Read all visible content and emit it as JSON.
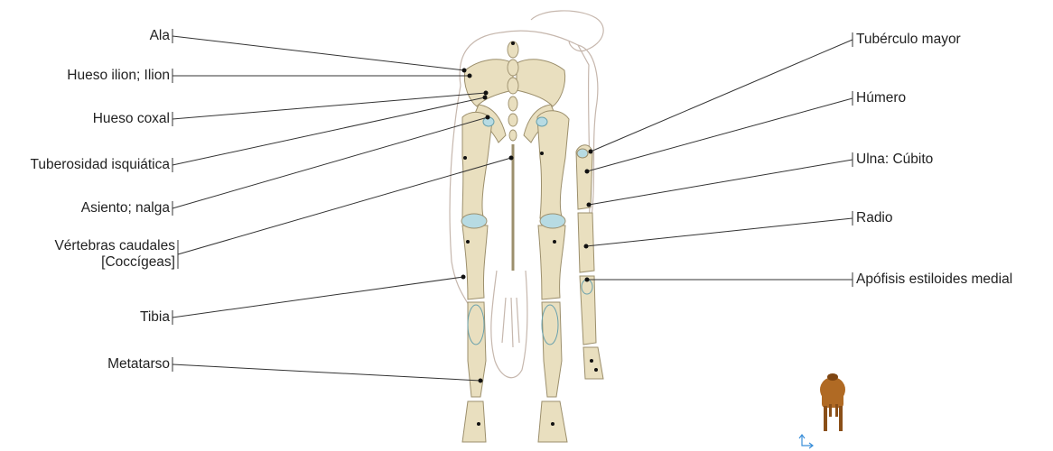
{
  "left_labels": [
    {
      "id": "ala",
      "text": "Ala"
    },
    {
      "id": "ilion",
      "text": "Hueso ilion; Ilion"
    },
    {
      "id": "coxal",
      "text": "Hueso coxal"
    },
    {
      "id": "tuberosidad",
      "text": "Tuberosidad isquiática"
    },
    {
      "id": "asiento",
      "text": "Asiento; nalga"
    },
    {
      "id": "vertebras",
      "line1": "Vértebras caudales",
      "line2": "[Coccígeas]"
    },
    {
      "id": "tibia",
      "text": "Tibia"
    },
    {
      "id": "metatarso",
      "text": "Metatarso"
    }
  ],
  "right_labels": [
    {
      "id": "tuberculo",
      "text": "Tubérculo mayor"
    },
    {
      "id": "humero",
      "text": "Húmero"
    },
    {
      "id": "ulna",
      "text": "Ulna: Cúbito"
    },
    {
      "id": "radio",
      "text": "Radio"
    },
    {
      "id": "apofisis",
      "text": "Apófisis estiloides medial"
    }
  ],
  "colors": {
    "bone": "#e9dfbf",
    "bone_stroke": "#9c8f6c",
    "joint": "#b7dbe3",
    "outline": "#c6b7ad",
    "leader": "#333333",
    "cow": "#b06a24"
  },
  "icons": {
    "thumbnail": "cow-rear-view-icon",
    "orientation": "axis-orientation-icon"
  }
}
